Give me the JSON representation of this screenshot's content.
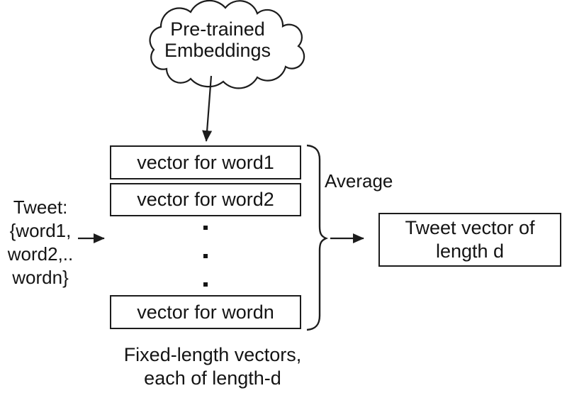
{
  "colors": {
    "ink": "#1c1c1c",
    "background": "#ffffff"
  },
  "cloud": {
    "line1": "Pre-trained",
    "line2": "Embeddings"
  },
  "tweet_input": {
    "lines": [
      "Tweet:",
      "{word1,",
      "word2,..",
      "wordn}"
    ]
  },
  "vector_boxes": [
    "vector for word1",
    "vector for word2",
    "vector for wordn"
  ],
  "ellipsis_dot_count": 3,
  "average_label": "Average",
  "result_box": {
    "line1": "Tweet vector of",
    "line2": "length d"
  },
  "caption": {
    "line1": "Fixed-length vectors,",
    "line2": "each of length-d"
  }
}
